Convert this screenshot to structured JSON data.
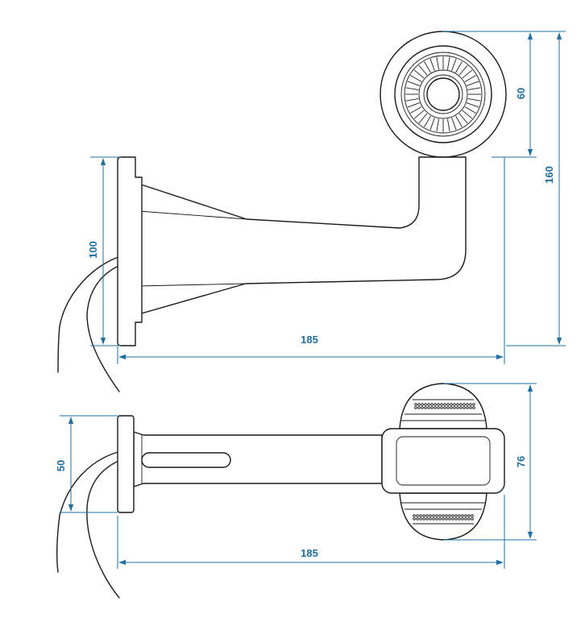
{
  "colors": {
    "line": "#1a1a1a",
    "dimension": "#1f6fa3",
    "background": "#ffffff"
  },
  "dimensions": {
    "side_width": "185",
    "side_height": "100",
    "lens_diameter": "60",
    "overall_height": "160",
    "top_width": "185",
    "top_height": "50",
    "lamp_depth": "76"
  }
}
